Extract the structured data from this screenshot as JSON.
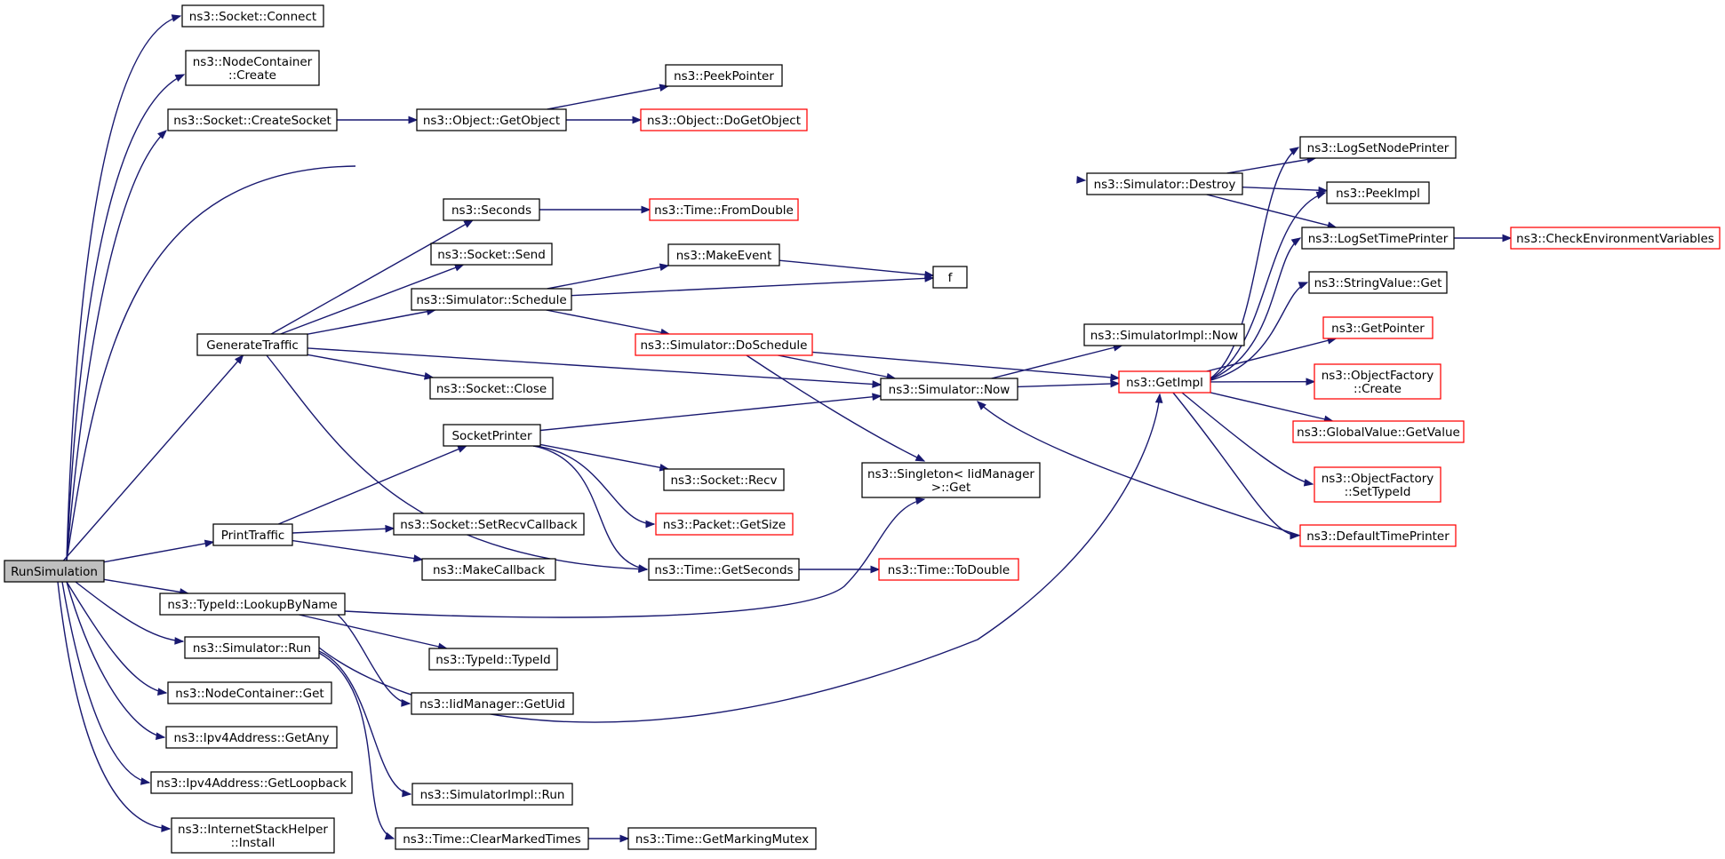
{
  "colors": {
    "edge": "#191970",
    "node_border": "#000000",
    "node_border_truncated": "#ff0000",
    "root_fill": "#bfbfbf",
    "node_fill": "#ffffff"
  },
  "nodes": {
    "run_simulation": {
      "lines": [
        "RunSimulation"
      ],
      "root": true
    },
    "socket_connect": {
      "lines": [
        "ns3::Socket::Connect"
      ]
    },
    "nodecontainer_create": {
      "lines": [
        "ns3::NodeContainer",
        "::Create"
      ]
    },
    "socket_createsocket": {
      "lines": [
        "ns3::Socket::CreateSocket"
      ]
    },
    "object_getobject": {
      "lines": [
        "ns3::Object::GetObject"
      ]
    },
    "peekpointer": {
      "lines": [
        "ns3::PeekPointer"
      ]
    },
    "object_dogetobject": {
      "lines": [
        "ns3::Object::DoGetObject"
      ],
      "truncated": true
    },
    "simulator_destroy": {
      "lines": [
        "ns3::Simulator::Destroy"
      ]
    },
    "logsetnodeprinter": {
      "lines": [
        "ns3::LogSetNodePrinter"
      ]
    },
    "peekimpl": {
      "lines": [
        "ns3::PeekImpl"
      ]
    },
    "logsettimeprinter": {
      "lines": [
        "ns3::LogSetTimePrinter"
      ]
    },
    "checkenvironmentvariables": {
      "lines": [
        "ns3::CheckEnvironmentVariables"
      ],
      "truncated": true
    },
    "seconds": {
      "lines": [
        "ns3::Seconds"
      ]
    },
    "time_fromdouble": {
      "lines": [
        "ns3::Time::FromDouble"
      ],
      "truncated": true
    },
    "socket_send": {
      "lines": [
        "ns3::Socket::Send"
      ]
    },
    "makeevent": {
      "lines": [
        "ns3::MakeEvent"
      ]
    },
    "f": {
      "lines": [
        "f"
      ]
    },
    "simulator_schedule": {
      "lines": [
        "ns3::Simulator::Schedule"
      ]
    },
    "stringvalue_get": {
      "lines": [
        "ns3::StringValue::Get"
      ]
    },
    "getpointer": {
      "lines": [
        "ns3::GetPointer"
      ],
      "truncated": true
    },
    "generatetraffic": {
      "lines": [
        "GenerateTraffic"
      ]
    },
    "simulator_doschedule": {
      "lines": [
        "ns3::Simulator::DoSchedule"
      ],
      "truncated": true
    },
    "simulatorimpl_now": {
      "lines": [
        "ns3::SimulatorImpl::Now"
      ]
    },
    "objectfactory_create": {
      "lines": [
        "ns3::ObjectFactory",
        "::Create"
      ],
      "truncated": true
    },
    "getimpl": {
      "lines": [
        "ns3::GetImpl"
      ],
      "truncated": true
    },
    "simulator_now": {
      "lines": [
        "ns3::Simulator::Now"
      ]
    },
    "socket_close": {
      "lines": [
        "ns3::Socket::Close"
      ]
    },
    "globalvalue_getvalue": {
      "lines": [
        "ns3::GlobalValue::GetValue"
      ],
      "truncated": true
    },
    "socketprinter": {
      "lines": [
        "SocketPrinter"
      ]
    },
    "singleton_get": {
      "lines": [
        "ns3::Singleton< IidManager",
        ">::Get"
      ]
    },
    "objectfactory_settypeid": {
      "lines": [
        "ns3::ObjectFactory",
        "::SetTypeId"
      ],
      "truncated": true
    },
    "socket_recv": {
      "lines": [
        "ns3::Socket::Recv"
      ]
    },
    "packet_getsize": {
      "lines": [
        "ns3::Packet::GetSize"
      ],
      "truncated": true
    },
    "printtraffic": {
      "lines": [
        "PrintTraffic"
      ]
    },
    "socket_setrecvcallback": {
      "lines": [
        "ns3::Socket::SetRecvCallback"
      ]
    },
    "defaulttimeprinter": {
      "lines": [
        "ns3::DefaultTimePrinter"
      ],
      "truncated": true
    },
    "makecallback": {
      "lines": [
        "ns3::MakeCallback"
      ]
    },
    "time_getseconds": {
      "lines": [
        "ns3::Time::GetSeconds"
      ]
    },
    "time_todouble": {
      "lines": [
        "ns3::Time::ToDouble"
      ],
      "truncated": true
    },
    "typeid_lookupbyname": {
      "lines": [
        "ns3::TypeId::LookupByName"
      ]
    },
    "simulator_run": {
      "lines": [
        "ns3::Simulator::Run"
      ]
    },
    "typeid_typeid": {
      "lines": [
        "ns3::TypeId::TypeId"
      ]
    },
    "nodecontainer_get": {
      "lines": [
        "ns3::NodeContainer::Get"
      ]
    },
    "iidmanager_getuid": {
      "lines": [
        "ns3::IidManager::GetUid"
      ]
    },
    "ipv4address_getany": {
      "lines": [
        "ns3::Ipv4Address::GetAny"
      ]
    },
    "ipv4address_getloopback": {
      "lines": [
        "ns3::Ipv4Address::GetLoopback"
      ]
    },
    "simulatorimpl_run": {
      "lines": [
        "ns3::SimulatorImpl::Run"
      ]
    },
    "internetstackhelper_install": {
      "lines": [
        "ns3::InternetStackHelper",
        "::Install"
      ]
    },
    "time_clearmarkedtimes": {
      "lines": [
        "ns3::Time::ClearMarkedTimes"
      ]
    },
    "time_getmarkingmutex": {
      "lines": [
        "ns3::Time::GetMarkingMutex"
      ]
    }
  },
  "edges": [
    [
      "run_simulation",
      "socket_connect"
    ],
    [
      "run_simulation",
      "nodecontainer_create"
    ],
    [
      "run_simulation",
      "socket_createsocket"
    ],
    [
      "run_simulation",
      "simulator_destroy"
    ],
    [
      "run_simulation",
      "generatetraffic"
    ],
    [
      "run_simulation",
      "printtraffic"
    ],
    [
      "run_simulation",
      "typeid_lookupbyname"
    ],
    [
      "run_simulation",
      "simulator_run"
    ],
    [
      "run_simulation",
      "nodecontainer_get"
    ],
    [
      "run_simulation",
      "ipv4address_getany"
    ],
    [
      "run_simulation",
      "ipv4address_getloopback"
    ],
    [
      "run_simulation",
      "internetstackhelper_install"
    ],
    [
      "socket_createsocket",
      "object_getobject"
    ],
    [
      "object_getobject",
      "peekpointer"
    ],
    [
      "object_getobject",
      "object_dogetobject"
    ],
    [
      "simulator_destroy",
      "logsetnodeprinter"
    ],
    [
      "simulator_destroy",
      "peekimpl"
    ],
    [
      "simulator_destroy",
      "logsettimeprinter"
    ],
    [
      "logsettimeprinter",
      "checkenvironmentvariables"
    ],
    [
      "generatetraffic",
      "seconds"
    ],
    [
      "generatetraffic",
      "socket_send"
    ],
    [
      "generatetraffic",
      "simulator_schedule"
    ],
    [
      "generatetraffic",
      "simulator_now"
    ],
    [
      "generatetraffic",
      "socket_close"
    ],
    [
      "generatetraffic",
      "time_getseconds"
    ],
    [
      "seconds",
      "time_fromdouble"
    ],
    [
      "simulator_schedule",
      "makeevent"
    ],
    [
      "simulator_schedule",
      "f"
    ],
    [
      "simulator_schedule",
      "simulator_doschedule"
    ],
    [
      "makeevent",
      "f"
    ],
    [
      "simulator_doschedule",
      "simulator_now"
    ],
    [
      "simulator_doschedule",
      "getimpl"
    ],
    [
      "simulator_doschedule",
      "singleton_get"
    ],
    [
      "simulator_now",
      "getimpl"
    ],
    [
      "simulator_now",
      "simulatorimpl_now"
    ],
    [
      "getimpl",
      "logsetnodeprinter"
    ],
    [
      "getimpl",
      "peekimpl"
    ],
    [
      "getimpl",
      "logsettimeprinter"
    ],
    [
      "getimpl",
      "stringvalue_get"
    ],
    [
      "getimpl",
      "getpointer"
    ],
    [
      "getimpl",
      "objectfactory_create"
    ],
    [
      "getimpl",
      "globalvalue_getvalue"
    ],
    [
      "getimpl",
      "objectfactory_settypeid"
    ],
    [
      "getimpl",
      "defaulttimeprinter"
    ],
    [
      "defaulttimeprinter",
      "simulator_now"
    ],
    [
      "printtraffic",
      "socketprinter"
    ],
    [
      "printtraffic",
      "socket_setrecvcallback"
    ],
    [
      "printtraffic",
      "makecallback"
    ],
    [
      "socketprinter",
      "simulator_now"
    ],
    [
      "socketprinter",
      "socket_recv"
    ],
    [
      "socketprinter",
      "packet_getsize"
    ],
    [
      "socketprinter",
      "time_getseconds"
    ],
    [
      "time_getseconds",
      "time_todouble"
    ],
    [
      "typeid_lookupbyname",
      "singleton_get"
    ],
    [
      "typeid_lookupbyname",
      "typeid_typeid"
    ],
    [
      "typeid_lookupbyname",
      "iidmanager_getuid"
    ],
    [
      "simulator_run",
      "getimpl"
    ],
    [
      "simulator_run",
      "simulatorimpl_run"
    ],
    [
      "simulator_run",
      "time_clearmarkedtimes"
    ],
    [
      "time_clearmarkedtimes",
      "time_getmarkingmutex"
    ]
  ]
}
